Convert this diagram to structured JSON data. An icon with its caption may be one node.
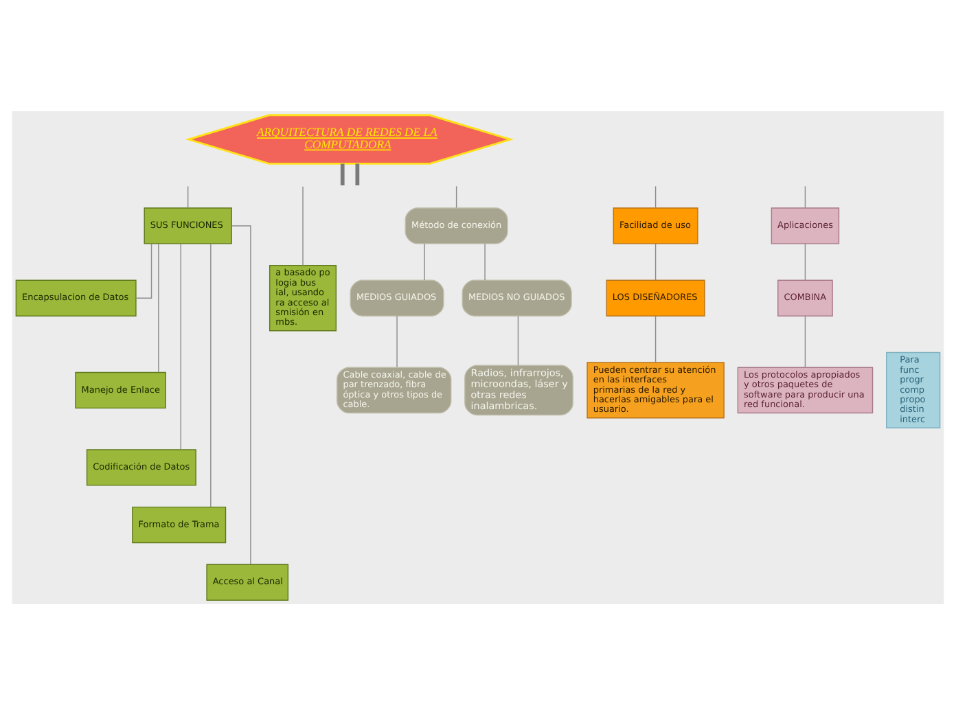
{
  "diagram": {
    "nodes": [
      {
        "text": [
          "ARQUITECTURA DE REDES DE LA COMPUTADORA"
        ]
      },
      {
        "text": [
          "Método de conexión"
        ]
      },
      {
        "text": [
          "Facilidad de uso"
        ]
      },
      {
        "text": [
          "Aplicaciones"
        ]
      },
      {
        "text": [
          "SUS FUNCIONES"
        ]
      },
      {
        "text": [
          "MEDIOS GUIADOS"
        ]
      },
      {
        "text": [
          "MEDIOS NO GUIADOS"
        ]
      },
      {
        "text": [
          "LOS DISEÑADORES"
        ]
      },
      {
        "text": [
          "COMBINA"
        ]
      },
      {
        "text": [
          "a basado po logia bus ial, usando ra acceso al smisión en mbs."
        ]
      },
      {
        "text": [
          "Encapsulacion de Datos"
        ]
      },
      {
        "text": [
          "Cable coaxial, cable de par trenzado, fibra óptica y otros tipos de cable."
        ]
      },
      {
        "text": [
          "Radios, infrarrojos, microondas, láser y otras redes inalambricas."
        ]
      },
      {
        "text": [
          "Pueden centrar su atención en las interfaces primarias de la red y hacerlas amigables para el usuario."
        ]
      },
      {
        "text": [
          "Los protocolos apropiados y otros paquetes de software para producir una red funcional."
        ]
      },
      {
        "text": [
          "Para func progr comp propo distin interc"
        ]
      },
      {
        "text": [
          "Manejo de Enlace"
        ]
      },
      {
        "text": [
          "Codificación de Datos"
        ]
      },
      {
        "text": [
          "Formato de Trama"
        ]
      },
      {
        "text": [
          "Acceso al Canal"
        ]
      }
    ],
    "edges": [
      {
        "from": 0,
        "to": null,
        "arrow": "none",
        "style": "thick"
      },
      {
        "from": 0,
        "to": null,
        "arrow": "none",
        "style": "thick"
      },
      {
        "from": null,
        "to": 4,
        "arrow": "none"
      },
      {
        "from": null,
        "to": 9,
        "arrow": "none"
      },
      {
        "from": null,
        "to": 1,
        "arrow": "none"
      },
      {
        "from": null,
        "to": 2,
        "arrow": "none"
      },
      {
        "from": null,
        "to": 3,
        "arrow": "none"
      },
      {
        "from": 1,
        "to": 5,
        "arrow": "none"
      },
      {
        "from": 1,
        "to": 6,
        "arrow": "none"
      },
      {
        "from": 5,
        "to": 11,
        "arrow": "none"
      },
      {
        "from": 6,
        "to": 12,
        "arrow": "none"
      },
      {
        "from": 2,
        "to": 7,
        "arrow": "none"
      },
      {
        "from": 7,
        "to": 13,
        "arrow": "none"
      },
      {
        "from": 3,
        "to": 8,
        "arrow": "none"
      },
      {
        "from": 8,
        "to": 14,
        "arrow": "none"
      },
      {
        "from": 4,
        "to": 10,
        "arrow": "none"
      },
      {
        "from": 4,
        "to": 16,
        "arrow": "none"
      },
      {
        "from": 4,
        "to": 17,
        "arrow": "none"
      },
      {
        "from": 4,
        "to": 18,
        "arrow": "none"
      },
      {
        "from": 4,
        "to": 19,
        "arrow": "none"
      }
    ]
  }
}
